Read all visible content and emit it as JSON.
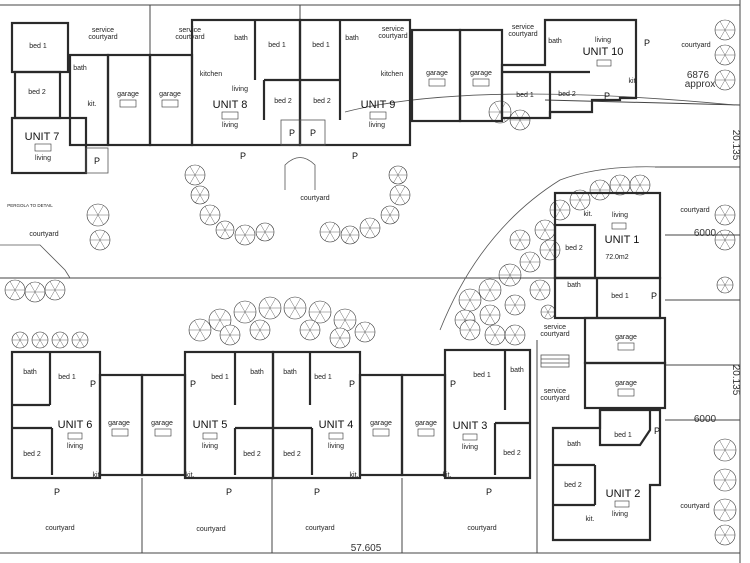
{
  "rooms": {
    "bed1": "bed 1",
    "bed2": "bed 2",
    "bath": "bath",
    "kit": "kit.",
    "kitchen": "kitchen",
    "living": "living",
    "garage": "garage",
    "service": "service",
    "courtyard_small": "courtyard",
    "courtyard": "courtyard",
    "parking": "P"
  },
  "units": {
    "u1": "UNIT 1",
    "u2": "UNIT 2",
    "u3": "UNIT 3",
    "u4": "UNIT 4",
    "u5": "UNIT 5",
    "u6": "UNIT 6",
    "u7": "UNIT 7",
    "u8": "UNIT 8",
    "u9": "UNIT 9",
    "u10": "UNIT 10"
  },
  "unit1_area": "72.0m2",
  "annotations": {
    "pergola": "PERGOLA TO DETAIL"
  },
  "dimensions": {
    "top_right_width": "6876",
    "top_right_approx": "approx",
    "side_depth_upper": "20.135",
    "side_depth_lower": "20.135",
    "unit1_courtyard_width": "6000",
    "unit2_courtyard_width": "6000",
    "site_frontage": "57.605"
  }
}
